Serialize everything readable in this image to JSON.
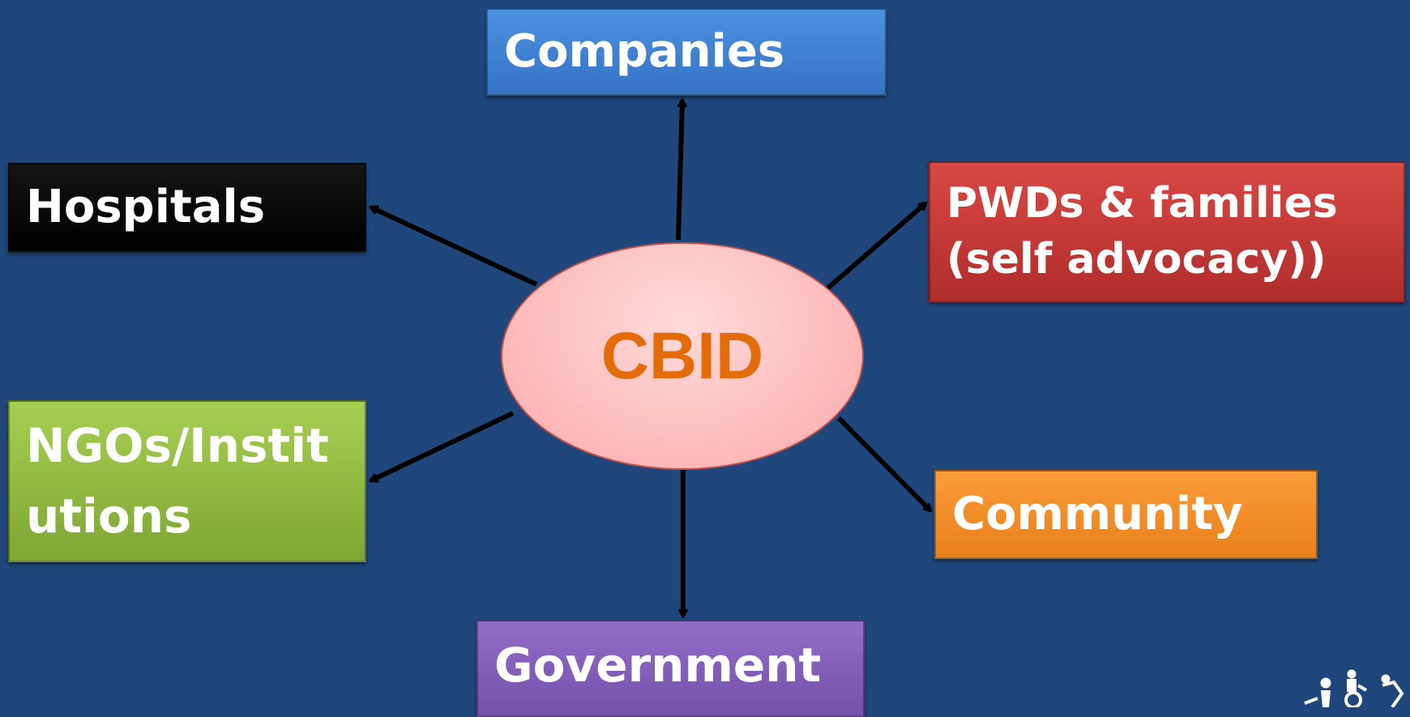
{
  "hub": {
    "label": "CBID",
    "color": "#e36c09"
  },
  "nodes": {
    "companies": {
      "label": "Companies",
      "color": "#3f80d0"
    },
    "hospitals": {
      "label": "Hospitals",
      "color": "#000000"
    },
    "pwds": {
      "line1": "PWDs & families",
      "line2": "(self advocacy))",
      "color": "#c0393a"
    },
    "ngos": {
      "line1": "NGOs/Instit",
      "line2": "utions",
      "color": "#92bd45"
    },
    "community": {
      "label": "Community",
      "color": "#f18e2a"
    },
    "government": {
      "label": "Government",
      "color": "#8460ba"
    }
  },
  "edges": [
    {
      "from": "CBID",
      "to": "Companies"
    },
    {
      "from": "CBID",
      "to": "Hospitals"
    },
    {
      "from": "CBID",
      "to": "PWDs & families (self advocacy))"
    },
    {
      "from": "CBID",
      "to": "NGOs/Institutions"
    },
    {
      "from": "CBID",
      "to": "Community"
    },
    {
      "from": "CBID",
      "to": "Government"
    }
  ],
  "background_color": "#1f477b",
  "logo_icon": "disability-people-icon"
}
